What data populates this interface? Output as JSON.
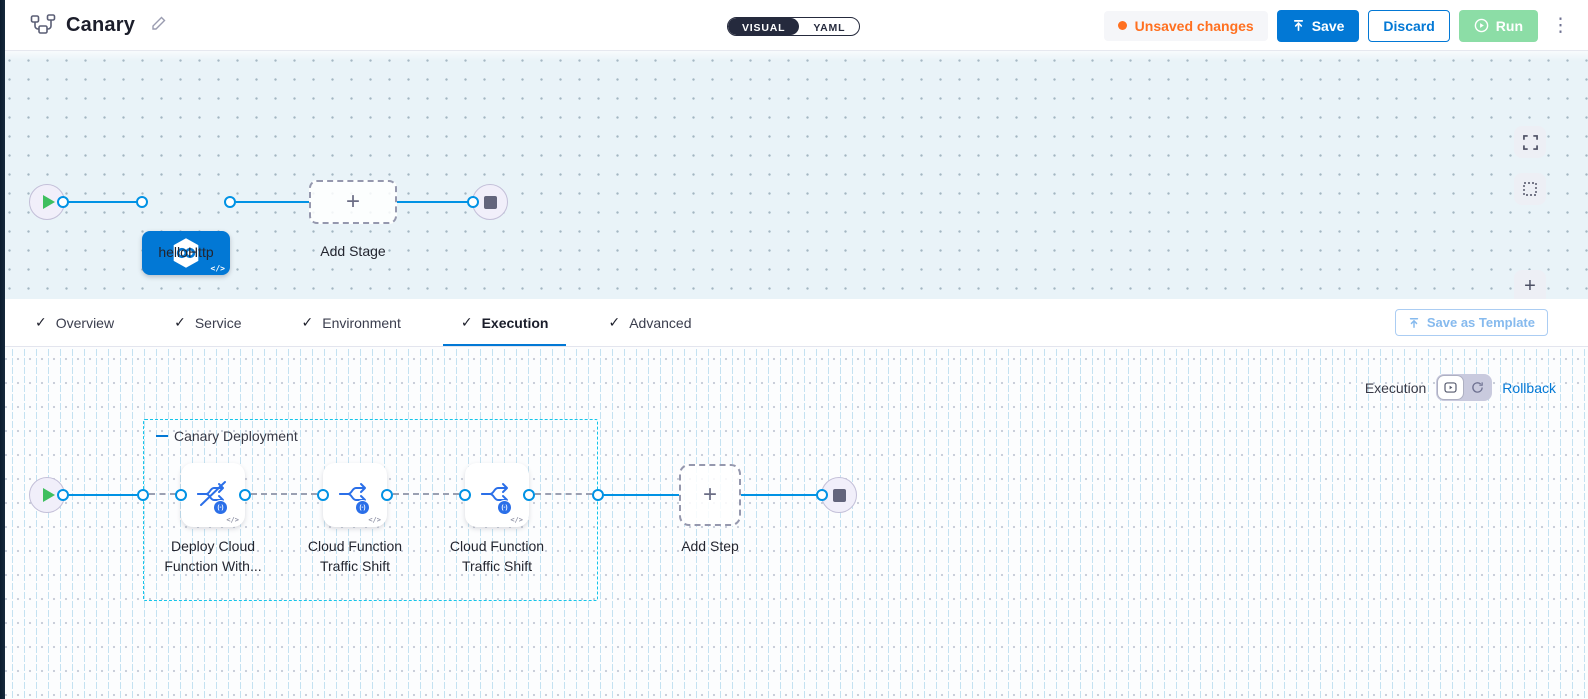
{
  "colors": {
    "primary_blue": "#0278d5",
    "edge_cyan": "#0092e4",
    "group_border_cyan": "#14c5e9",
    "unsaved_orange": "#ff7020",
    "run_green": "#8cdda6",
    "play_green": "#3fbf5f",
    "canvas_top_bg": "#e9f3f8"
  },
  "header": {
    "title": "Canary",
    "mode_toggle": {
      "visual": "VISUAL",
      "yaml": "YAML",
      "selected": "VISUAL"
    },
    "unsaved_label": "Unsaved changes",
    "save_label": "Save",
    "discard_label": "Discard",
    "run_label": "Run"
  },
  "stage_canvas": {
    "stage_name": "helloHttp",
    "add_stage_label": "Add Stage"
  },
  "tabs": {
    "items": [
      {
        "label": "Overview",
        "checked": true
      },
      {
        "label": "Service",
        "checked": true
      },
      {
        "label": "Environment",
        "checked": true
      },
      {
        "label": "Execution",
        "checked": true,
        "active": true
      },
      {
        "label": "Advanced",
        "checked": true
      }
    ],
    "save_as_template_label": "Save as Template"
  },
  "execution_bar": {
    "label": "Execution",
    "rollback_label": "Rollback"
  },
  "execution_canvas": {
    "group_label": "Canary Deployment",
    "steps": [
      {
        "line1": "Deploy Cloud",
        "line2": "Function With..."
      },
      {
        "line1": "Cloud Function",
        "line2": "Traffic Shift"
      },
      {
        "line1": "Cloud Function",
        "line2": "Traffic Shift"
      }
    ],
    "add_step_label": "Add Step"
  },
  "glyphs": {
    "code": "</>",
    "plus": "+",
    "minus": "−",
    "check": "✓",
    "kebab": "⋮",
    "fn_badge": "(-)"
  }
}
